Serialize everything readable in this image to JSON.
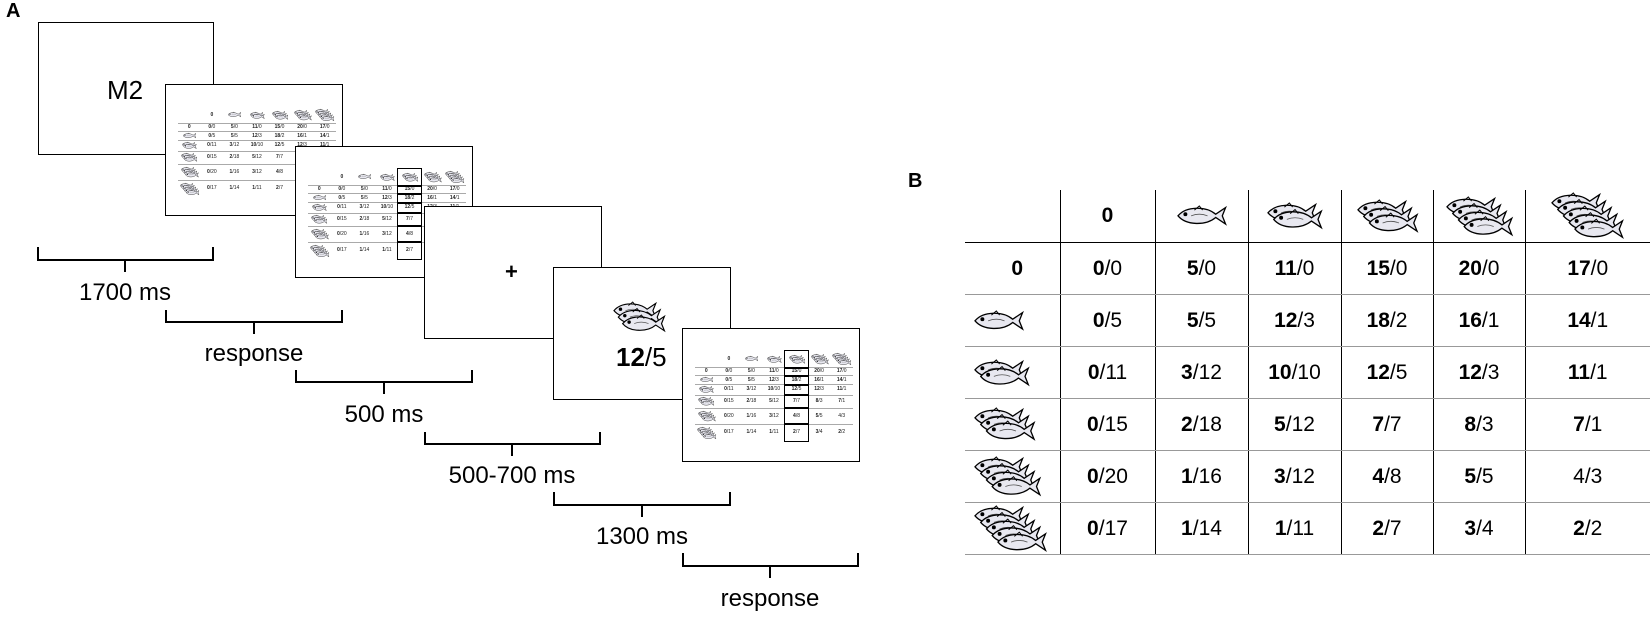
{
  "panel_a": {
    "label": "A",
    "screen_m2_text": "M2",
    "fixation": "+",
    "feedback_bold": "12",
    "feedback_rest": "/5",
    "timings": {
      "t1": "1700 ms",
      "t2": "response",
      "t3": "500 ms",
      "t4": "500-700 ms",
      "t5": "1300 ms",
      "t6": "response"
    }
  },
  "panel_b": {
    "label": "B",
    "col_header_zero": "0",
    "row_header_zero": "0",
    "rows": [
      [
        [
          "0",
          "/0"
        ],
        [
          "5",
          "/0"
        ],
        [
          "11",
          "/0"
        ],
        [
          "15",
          "/0"
        ],
        [
          "20",
          "/0"
        ],
        [
          "17",
          "/0"
        ]
      ],
      [
        [
          "0",
          "/5"
        ],
        [
          "5",
          "/5"
        ],
        [
          "12",
          "/3"
        ],
        [
          "18",
          "/2"
        ],
        [
          "16",
          "/1"
        ],
        [
          "14",
          "/1"
        ]
      ],
      [
        [
          "0",
          "/11"
        ],
        [
          "3",
          "/12"
        ],
        [
          "10",
          "/10"
        ],
        [
          "12",
          "/5"
        ],
        [
          "12",
          "/3"
        ],
        [
          "11",
          "/1"
        ]
      ],
      [
        [
          "0",
          "/15"
        ],
        [
          "2",
          "/18"
        ],
        [
          "5",
          "/12"
        ],
        [
          "7",
          "/7"
        ],
        [
          "8",
          "/3"
        ],
        [
          "7",
          "/1"
        ]
      ],
      [
        [
          "0",
          "/20"
        ],
        [
          "1",
          "/16"
        ],
        [
          "3",
          "/12"
        ],
        [
          "4",
          "/8"
        ],
        [
          "5",
          "/5"
        ],
        [
          "",
          "4/3"
        ]
      ],
      [
        [
          "0",
          "/17"
        ],
        [
          "1",
          "/14"
        ],
        [
          "1",
          "/11"
        ],
        [
          "2",
          "/7"
        ],
        [
          "3",
          "/4"
        ],
        [
          "2",
          "/2"
        ]
      ]
    ]
  }
}
